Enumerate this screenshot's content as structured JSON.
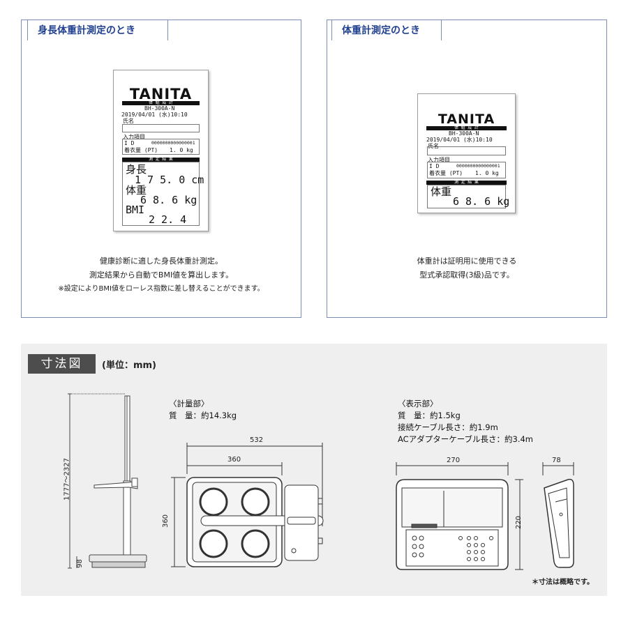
{
  "panels": [
    {
      "tab": "身長体重計測定のとき",
      "receipt": {
        "logo": "TANITA",
        "bar_top": "体 組 成 計",
        "model": "BH-300A-N",
        "datetime": "2019/04/01 (水)10:10",
        "name_label": "氏名",
        "input_label": "入力項目",
        "id_label": "I D",
        "id_value": "0000000000000001",
        "clothes_label": "着衣量 (PT)",
        "clothes_value": "1. 0 kg",
        "bar_result": "測 定 結 果",
        "results": [
          {
            "label": "身長",
            "value": "1 7 5. 0 cm"
          },
          {
            "label": "体重",
            "value": "6 8. 6 kg"
          },
          {
            "label": "BMI",
            "value": "2 2. 4"
          }
        ]
      },
      "desc": [
        "健康診断に適した身長体重計測定。",
        "測定結果から自動でBMI値を算出します。",
        "※設定によりBMI値をローレス指数に差し替えることができます。"
      ]
    },
    {
      "tab": "体重計測定のとき",
      "receipt": {
        "logo": "TANITA",
        "bar_top": "体 組 成 計",
        "model": "BH-300A-N",
        "datetime": "2019/04/01 (水)10:10",
        "name_label": "氏名",
        "input_label": "入力項目",
        "id_label": "I D",
        "id_value": "0000000000000001",
        "clothes_label": "着衣量 (PT)",
        "clothes_value": "1. 0 kg",
        "bar_result": "測 定 結 果",
        "results": [
          {
            "label": "体重",
            "value": "6 8. 6 kg"
          }
        ]
      },
      "desc": [
        "体重計は証明用に使用できる",
        "型式承認取得(3級)品です。"
      ]
    }
  ],
  "dimensions": {
    "title": "寸法図",
    "unit": "(単位：mm)",
    "measure_unit": {
      "heading": "〈計量部〉",
      "lines": [
        "質　量：約14.3kg"
      ]
    },
    "display_unit": {
      "heading": "〈表示部〉",
      "lines": [
        "質　量：約1.5kg",
        "接続ケーブル長さ：約1.9m",
        "ACアダプターケーブル長さ：約3.4m"
      ]
    },
    "labels": {
      "height_range": "1777～2327",
      "base_height": "98",
      "total_width": "532",
      "plate_width": "360",
      "plate_depth": "360",
      "display_width": "270",
      "display_height": "220",
      "display_depth": "78"
    },
    "note": "＊寸法は概略です。"
  }
}
